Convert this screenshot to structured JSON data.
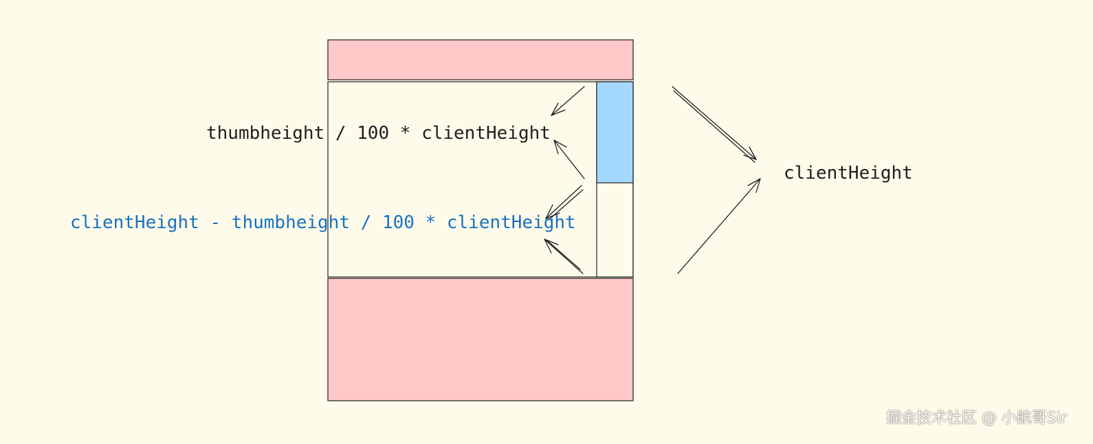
{
  "labels": {
    "thumb_formula": "thumbheight / 100 * clientHeight",
    "remaining_formula": "clientHeight - thumbheight / 100 * clientHeight",
    "client_height": "clientHeight"
  },
  "watermark": "掘金技术社区 @ 小航哥Sir",
  "colors": {
    "background": "#fffbea",
    "content_block": "#ffc9c9",
    "thumb": "#a5d8ff",
    "stroke": "#1e1e1e",
    "highlight_text": "#1971c2"
  }
}
